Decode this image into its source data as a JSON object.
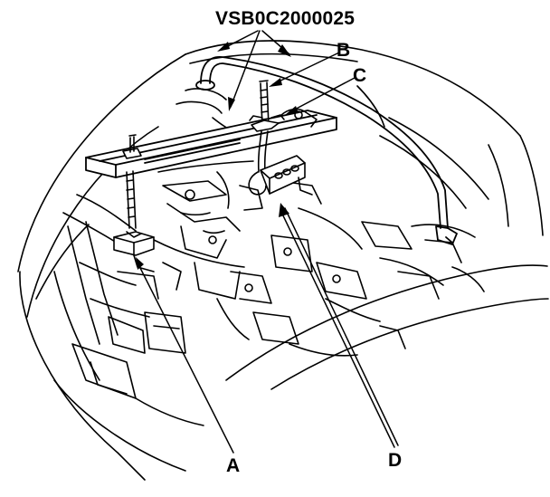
{
  "diagram": {
    "part_number": "VSB0C2000025",
    "callouts": {
      "a": "A",
      "b": "B",
      "c": "C",
      "d": "D"
    },
    "colors": {
      "ink": "#000000",
      "paper": "#ffffff"
    }
  }
}
